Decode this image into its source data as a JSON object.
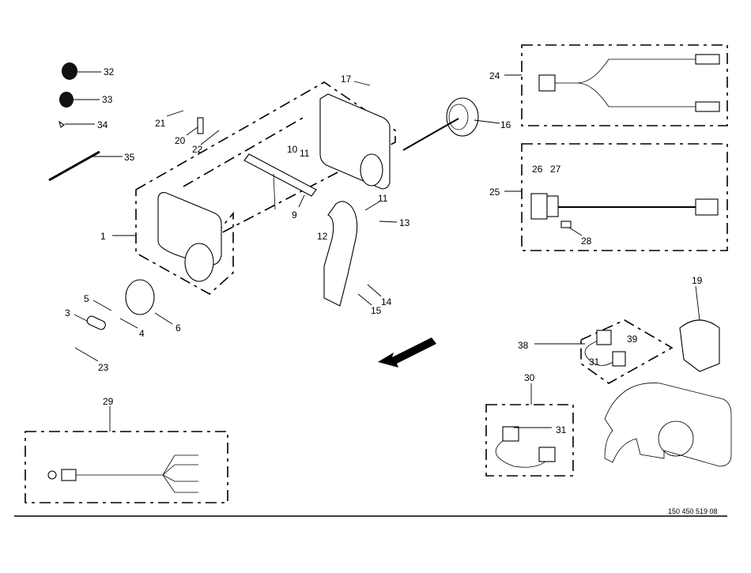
{
  "diagram": {
    "title": "Exploded parts diagram",
    "document_number": "150 450 519 08",
    "labels": [
      "32",
      "33",
      "34",
      "35",
      "21",
      "20",
      "22",
      "1",
      "5",
      "3",
      "4",
      "6",
      "23",
      "17",
      "10",
      "11",
      "9",
      "11",
      "13",
      "12",
      "14",
      "15",
      "16",
      "24",
      "25",
      "26",
      "27",
      "28",
      "19",
      "38",
      "39",
      "31",
      "30",
      "31",
      "29"
    ]
  }
}
